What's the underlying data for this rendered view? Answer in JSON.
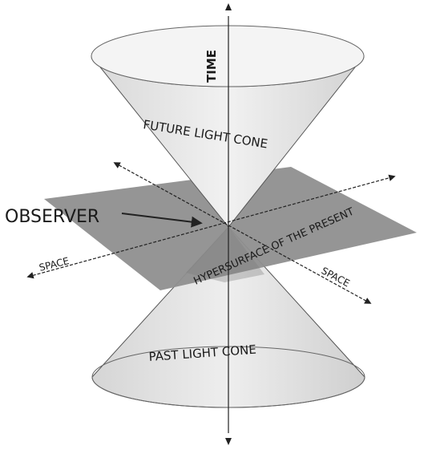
{
  "diagram": {
    "labels": {
      "time": "TIME",
      "future_cone": "FUTURE LIGHT CONE",
      "past_cone": "PAST LIGHT CONE",
      "observer": "OBSERVER",
      "space_left": "SPACE",
      "space_right": "SPACE",
      "hypersurface": "HYPERSURFACE OF THE PRESENT"
    },
    "colors": {
      "background": "#ffffff",
      "cone_fill": "#e9e9e9",
      "cone_top": "#f4f4f4",
      "plane": "#8f8f8f",
      "line": "#222222"
    }
  }
}
